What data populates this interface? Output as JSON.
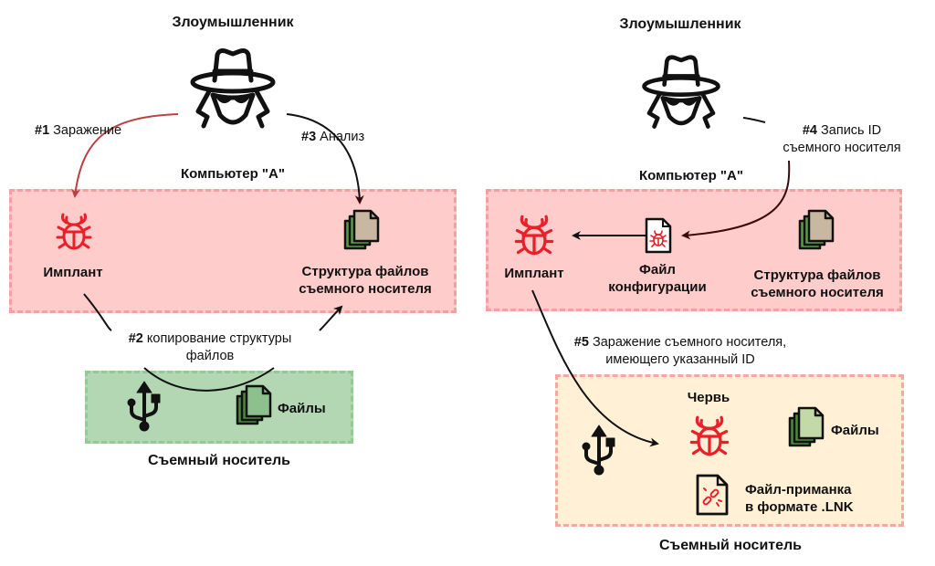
{
  "colors": {
    "computer_box_fill": "#ffcccc",
    "computer_box_border": "#f4a0a0",
    "usb_box_fill": "#b3d6b3",
    "usb_box_border": "#8fcc8f",
    "usb_infected_box_fill": "#fff0d6",
    "bug_red": "#e8202a",
    "infection_arrow": "#b84040",
    "file_tan": "#c8b8a2",
    "file_green": "#5a9a4a",
    "file_light_green": "#c3d9a8"
  },
  "left": {
    "attacker_title": "Злоумышленник",
    "attacker_icon": "hacker-spy-icon",
    "computer_title": "Компьютер \"A\"",
    "implant_label": "Имплант",
    "implant_icon": "bug-icon",
    "file_structure_label_1": "Структура файлов",
    "file_structure_label_2": "съемного носителя",
    "file_structure_icon": "files-stack-icon",
    "usb_title": "Съемный носитель",
    "usb_icon": "usb-icon",
    "files_label": "Файлы",
    "step1_num": "#1",
    "step1_text": " Заражение",
    "step2_num": "#2",
    "step2_text_1": " копирование структуры",
    "step2_text_2": "файлов",
    "step3_num": "#3",
    "step3_text": " Анализ"
  },
  "right": {
    "attacker_title": "Злоумышленник",
    "attacker_icon": "hacker-spy-icon",
    "computer_title": "Компьютер \"A\"",
    "implant_label": "Имплант",
    "config_label_1": "Файл",
    "config_label_2": "конфигурации",
    "file_structure_label_1": "Структура файлов",
    "file_structure_label_2": "съемного носителя",
    "step4_num": "#4",
    "step4_text_1": " Запись ID",
    "step4_text_2": "съемного носителя",
    "step5_num": "#5",
    "step5_text_1": " Заражение съемного носителя,",
    "step5_text_2": "имеющего указанный ID",
    "worm_label": "Червь",
    "files_label": "Файлы",
    "lnk_label_1": "Файл-приманка",
    "lnk_label_2": "в формате .LNK",
    "usb_title": "Съемный носитель"
  }
}
